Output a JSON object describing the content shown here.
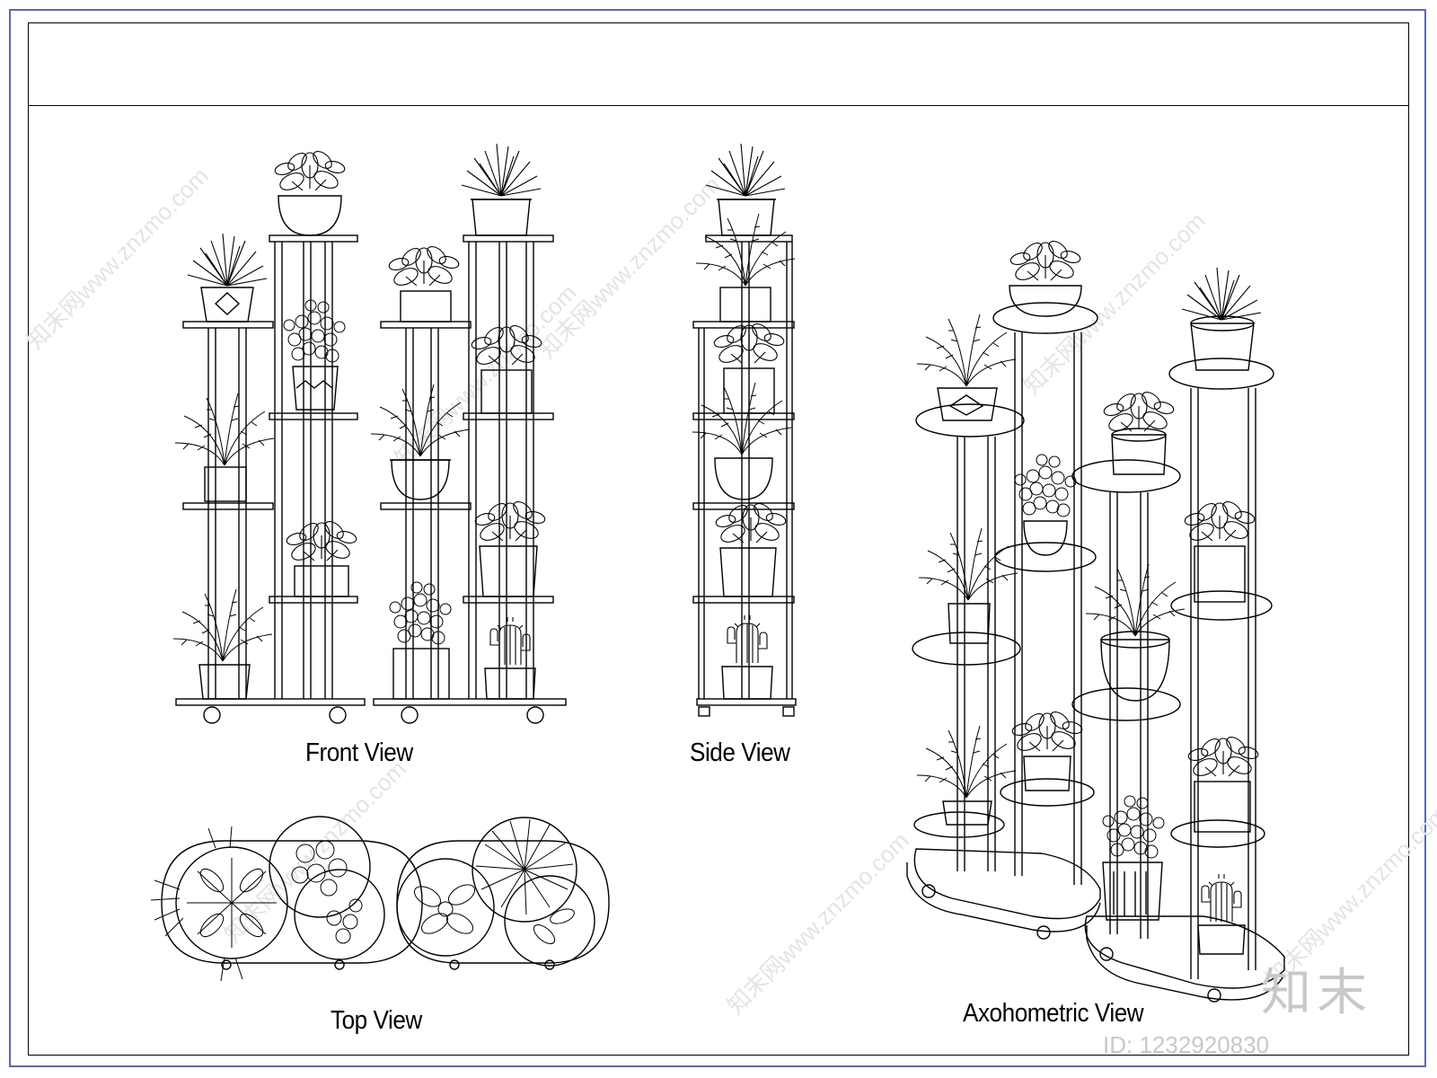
{
  "views": {
    "front": {
      "label": "Front View"
    },
    "side": {
      "label": "Side View"
    },
    "top": {
      "label": "Top View"
    },
    "axonometric": {
      "label": "Axohometric View"
    }
  },
  "watermark": {
    "site_text": "知末网www.znzmo.com",
    "logo_text": "知末",
    "id_text": "ID: 1232920830"
  },
  "colors": {
    "outer_frame": "#5a6aa8",
    "line": "#000000",
    "watermark": "#c8c8c8"
  }
}
